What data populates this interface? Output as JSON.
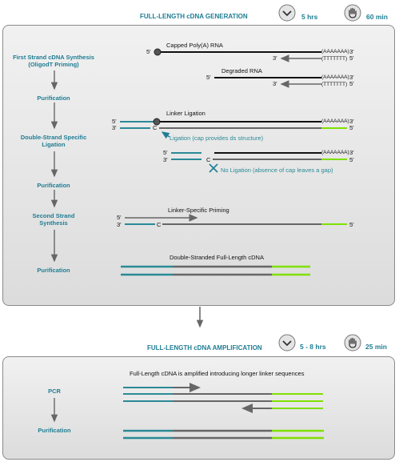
{
  "gen": {
    "title": "FULL-LENGTH cDNA GENERATION",
    "time_a": "5 hrs",
    "time_b": "60 min",
    "steps": [
      "First Strand cDNA Synthesis",
      "(OligodT Priming)",
      "Purification",
      "Double-Strand Specific",
      "Ligation",
      "Purification",
      "Second Strand",
      "Synthesis",
      "Purification"
    ],
    "capped_label": "Capped Poly(A) RNA",
    "degraded_label": "Degraded RNA",
    "linker_ligation_label": "Linker Ligation",
    "ligation_note": "Ligation (cap provides ds structure)",
    "no_ligation_note": "No Ligation (absence of cap leaves a gap)",
    "priming_label": "Linker-Specific Priming",
    "ds_label": "Double-Stranded Full-Length cDNA",
    "polyA": "(AAAAAAA)",
    "polyT": "(TTTTTTT)",
    "five": "5'",
    "three": "3'",
    "c": "C"
  },
  "amp": {
    "title": "FULL-LENGTH cDNA AMPLIFICATION",
    "time_a": "5 - 8 hrs",
    "time_b": "25 min",
    "steps": [
      "PCR",
      "Purification"
    ],
    "note": "Full-Length cDNA is amplified introducing longer linker sequences"
  },
  "colors": {
    "teal": "#1e7d93",
    "green": "#7fe000",
    "gray": "#666666",
    "black": "#111111",
    "panel_border": "#8a8a8a"
  },
  "icons": [
    "chevron-down-icon",
    "hand-icon"
  ]
}
